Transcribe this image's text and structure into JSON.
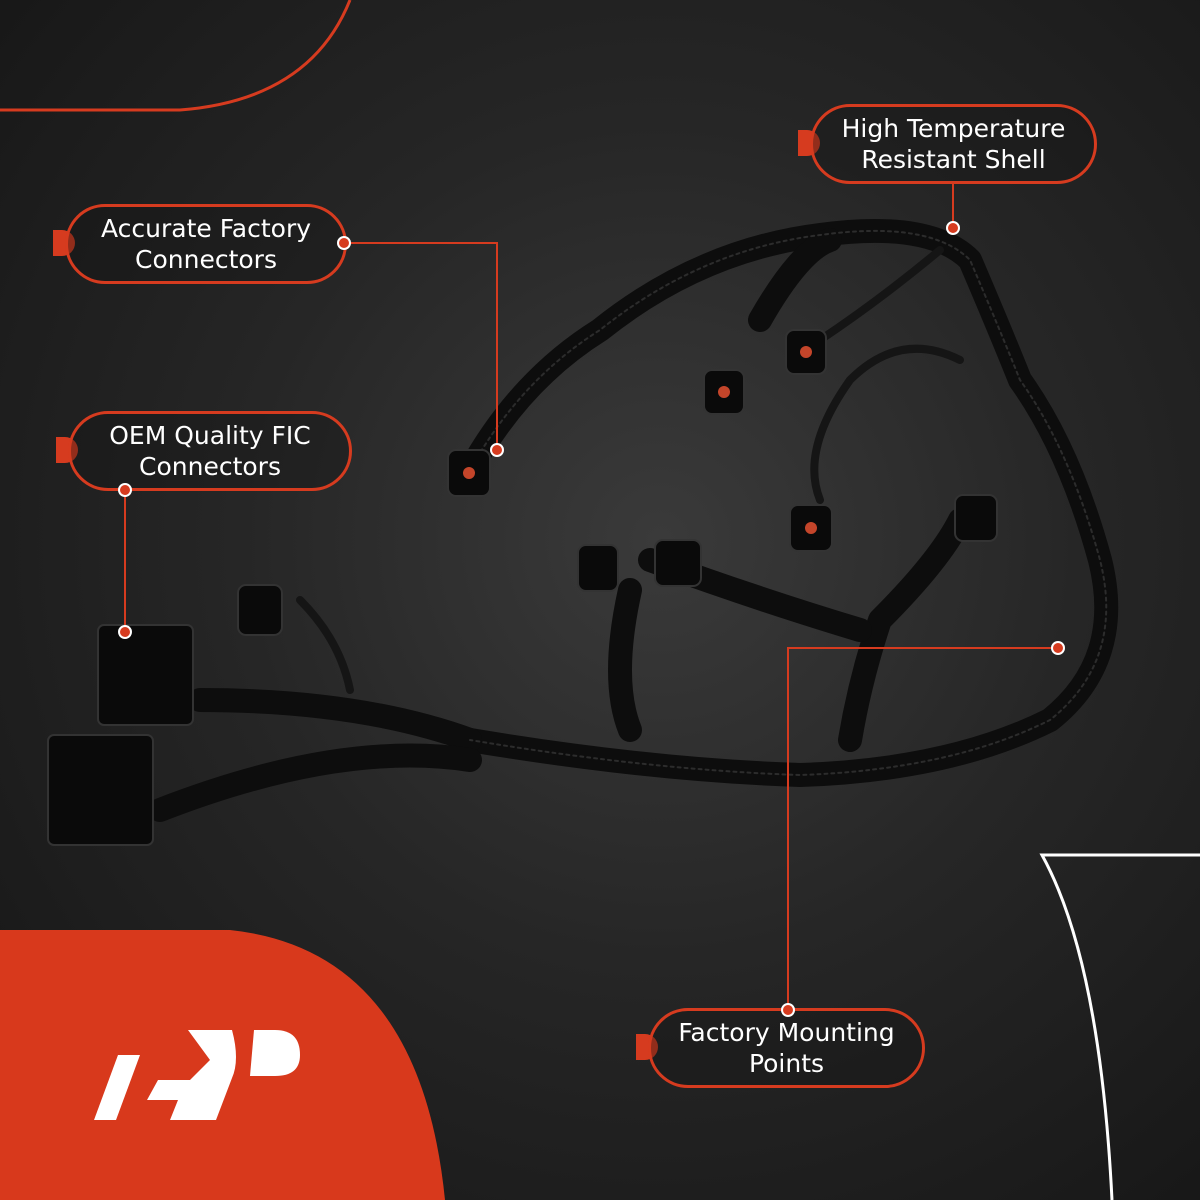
{
  "callouts": [
    {
      "line1": "High Temperature",
      "line2": "Resistant Shell"
    },
    {
      "line1": "Accurate Factory",
      "line2": "Connectors"
    },
    {
      "line1": "OEM Quality FIC",
      "line2": "Connectors"
    },
    {
      "line1": "Factory Mounting",
      "line2": "Points"
    }
  ],
  "colors": {
    "accent": "#d63b1f",
    "background": "#262626",
    "text": "#ffffff"
  },
  "icons": [
    "brand-logo",
    "wiring-harness-image"
  ]
}
